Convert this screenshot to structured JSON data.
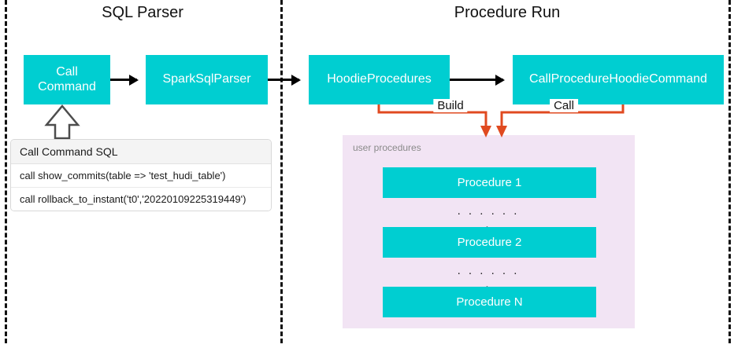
{
  "diagram": {
    "sections": [
      {
        "id": "sql-parser",
        "title": "SQL Parser"
      },
      {
        "id": "procedure-run",
        "title": "Procedure Run"
      }
    ],
    "nodes": [
      {
        "id": "call-command",
        "label": "Call\nCommand",
        "color": "#00CED1"
      },
      {
        "id": "spark-sql-parser",
        "label": "SparkSqlParser",
        "color": "#00CED1"
      },
      {
        "id": "hoodie-procedures",
        "label": "HoodieProcedures",
        "color": "#00CED1"
      },
      {
        "id": "call-procedure-hoodie-command",
        "label": "CallProcedureHoodieCommand",
        "color": "#00CED1"
      }
    ],
    "node_labels": {
      "call_command_line1": "Call",
      "call_command_line2": "Command",
      "spark_sql_parser": "SparkSqlParser",
      "hoodie_procedures": "HoodieProcedures",
      "call_procedure_hoodie_command": "CallProcedureHoodieCommand"
    },
    "connectors": [
      {
        "id": "build",
        "label": "Build",
        "from": "hoodie-procedures",
        "to": "user-procedures",
        "color": "#E04A20"
      },
      {
        "id": "call",
        "label": "Call",
        "from": "call-procedure-hoodie-command",
        "to": "user-procedures",
        "color": "#E04A20"
      }
    ],
    "connector_labels": {
      "build": "Build",
      "call": "Call"
    },
    "sql_table": {
      "header": "Call Command SQL",
      "rows": [
        "call show_commits(table => 'test_hudi_table')",
        "call rollback_to_instant('t0','20220109225319449')"
      ]
    },
    "user_procedures": {
      "caption": "user procedures",
      "background": "#F2E4F4",
      "items": [
        {
          "label": "Procedure 1"
        },
        {
          "label": "Procedure 2"
        },
        {
          "label": "Procedure N"
        }
      ],
      "ellipsis": ". . . . . . ."
    },
    "colors": {
      "node_fill": "#00CED1",
      "node_text": "#FFFFFF",
      "connector": "#E04A20",
      "divider": "#111111",
      "panel_fill": "#F2E4F4",
      "caption_text": "#8A8A8A"
    }
  }
}
